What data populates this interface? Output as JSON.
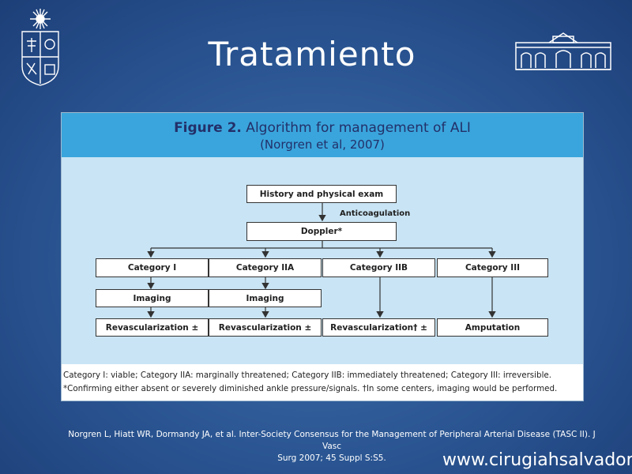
{
  "slide": {
    "title": "Tratamiento",
    "citation_line1": "Norgren L, Hiatt WR, Dormandy JA, et al. Inter-Society Consensus for the Management of Peripheral Arterial Disease (TASC II). J Vasc",
    "citation_line2": "Surg 2007; 45 Suppl S:S5.",
    "website": "www.cirugiahsalvador.cl"
  },
  "figure": {
    "title_bold": "Figure 2.",
    "title_rest": " Algorithm for management of ALI",
    "subtitle": "(Norgren et al, 2007)",
    "flowchart": {
      "history": "History and physical exam",
      "anticoagulation": "Anticoagulation",
      "doppler": "Doppler*",
      "category_i": "Category I",
      "category_iia": "Category IIA",
      "category_iib": "Category IIB",
      "category_iii": "Category III",
      "imaging_i": "Imaging",
      "imaging_iia": "Imaging",
      "revasc_i": "Revascularization ±",
      "revasc_iia": "Revascularization ±",
      "revasc_iib": "Revascularization† ±",
      "amputation": "Amputation"
    },
    "footnote_line1": "Category I: viable; Category IIA: marginally threatened; Category IIB: immediately threatened; Category III: irreversible.",
    "footnote_line2": "*Confirming either absent or severely diminished ankle pressure/signals. †In some centers, imaging would be performed."
  },
  "colors": {
    "background": "#2a5592",
    "figure_header": "#3aa5dc",
    "figure_body": "#c9e4f4",
    "title_text": "#23306a"
  },
  "icons": {
    "left_logo": "university-crest-icon",
    "right_logo": "university-building-icon"
  }
}
